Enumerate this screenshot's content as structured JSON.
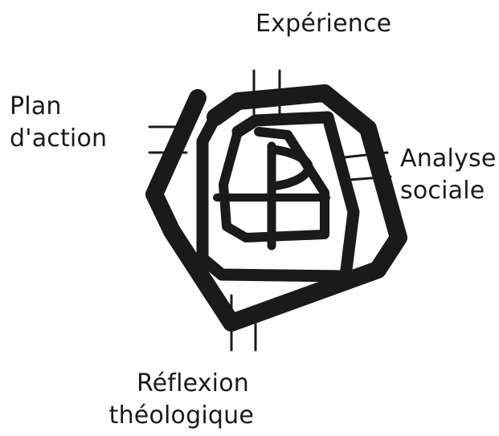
{
  "diagram": {
    "labels": {
      "experience": "Expérience",
      "plan_line1": "Plan",
      "plan_line2": "d'action",
      "analyse_line1": "Analyse",
      "analyse_line2": "sociale",
      "reflexion_line1": "Réflexion",
      "reflexion_line2": "théologique"
    },
    "colors": {
      "ink": "#1a1a1a",
      "background": "#ffffff"
    }
  }
}
